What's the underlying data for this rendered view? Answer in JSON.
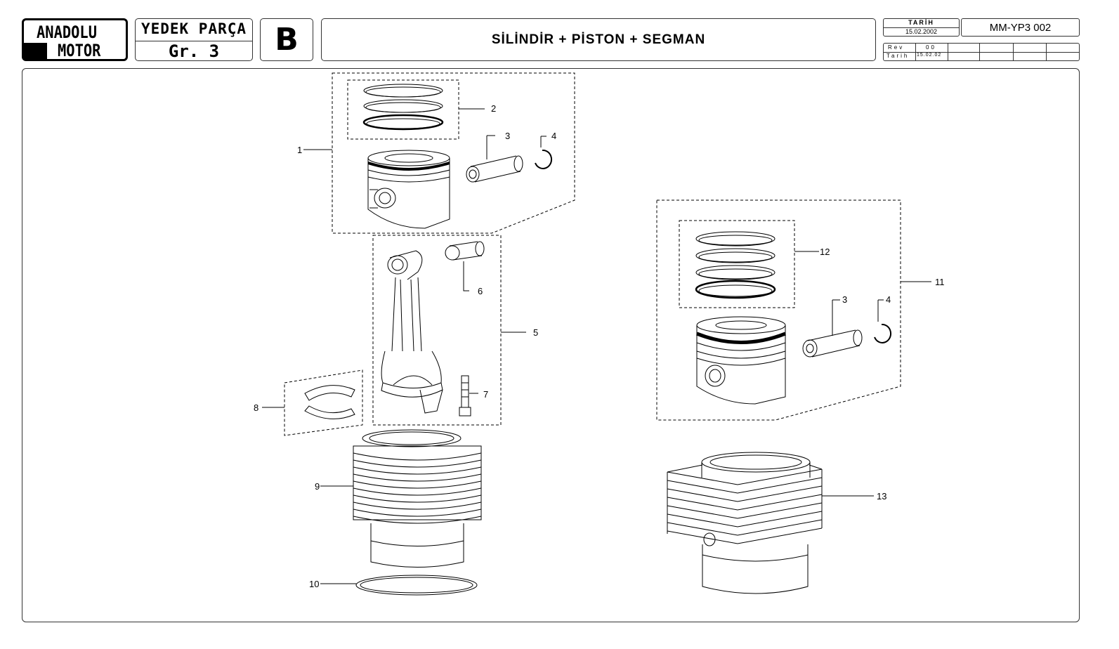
{
  "header": {
    "logo_line1": "ANADOLU",
    "logo_line2": "MOTOR",
    "yedek_parca": "YEDEK PARÇA",
    "group": "Gr. 3",
    "section_letter": "B",
    "title": "SİLİNDİR + PİSTON + SEGMAN",
    "date_label": "TARİH",
    "date_value": "15.02.2002",
    "doc_code": "MM-YP3 002",
    "rev_label": "Rev",
    "rev_value": "00",
    "rev_date_label": "Tarih",
    "rev_date_value": "15.02.02"
  },
  "callouts": [
    "1",
    "2",
    "3",
    "4",
    "5",
    "6",
    "7",
    "8",
    "9",
    "10",
    "11",
    "12",
    "3",
    "4",
    "13"
  ]
}
